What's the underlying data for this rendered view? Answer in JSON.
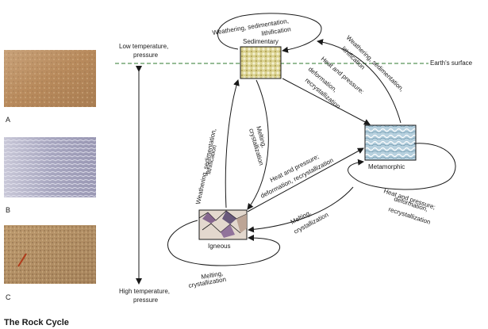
{
  "photos": [
    {
      "letter": "A"
    },
    {
      "letter": "B"
    },
    {
      "letter": "C"
    }
  ],
  "caption": "The Rock Cycle",
  "scale": {
    "low": [
      "Low temperature,",
      "pressure"
    ],
    "high": [
      "High temperature,",
      "pressure"
    ]
  },
  "surface_label": "Earth's surface",
  "rocks": {
    "sedimentary": "Sedimentary",
    "metamorphic": "Metamorphic",
    "igneous": "Igneous"
  },
  "processes": {
    "sed_loop": [
      "Weathering, sedimentation,",
      "lithification"
    ],
    "meta_to_sed": [
      "Weathering, sedimentation,",
      "lithification"
    ],
    "sed_to_meta": [
      "Heat and pressure:",
      "deformation,",
      "recrystallization"
    ],
    "meta_loop": [
      "Heat and pressure;",
      "deformation,",
      "recrystallization"
    ],
    "ign_to_sed": [
      "Weathering, sedimentation,",
      "lithification"
    ],
    "sed_to_ign": [
      "Melting,",
      "crystallization"
    ],
    "ign_to_meta": [
      "Heat and pressure;",
      "deformation, recrystallization"
    ],
    "meta_to_ign": [
      "Melting,",
      "crystallization"
    ],
    "ign_loop": [
      "Melting,",
      "crystallization"
    ]
  },
  "colors": {
    "sedimentary": "#d8cf8c",
    "metamorphic": "#a9c7d6",
    "igneous": "#c9b7a8",
    "surface_line": "#2f7a2f"
  }
}
